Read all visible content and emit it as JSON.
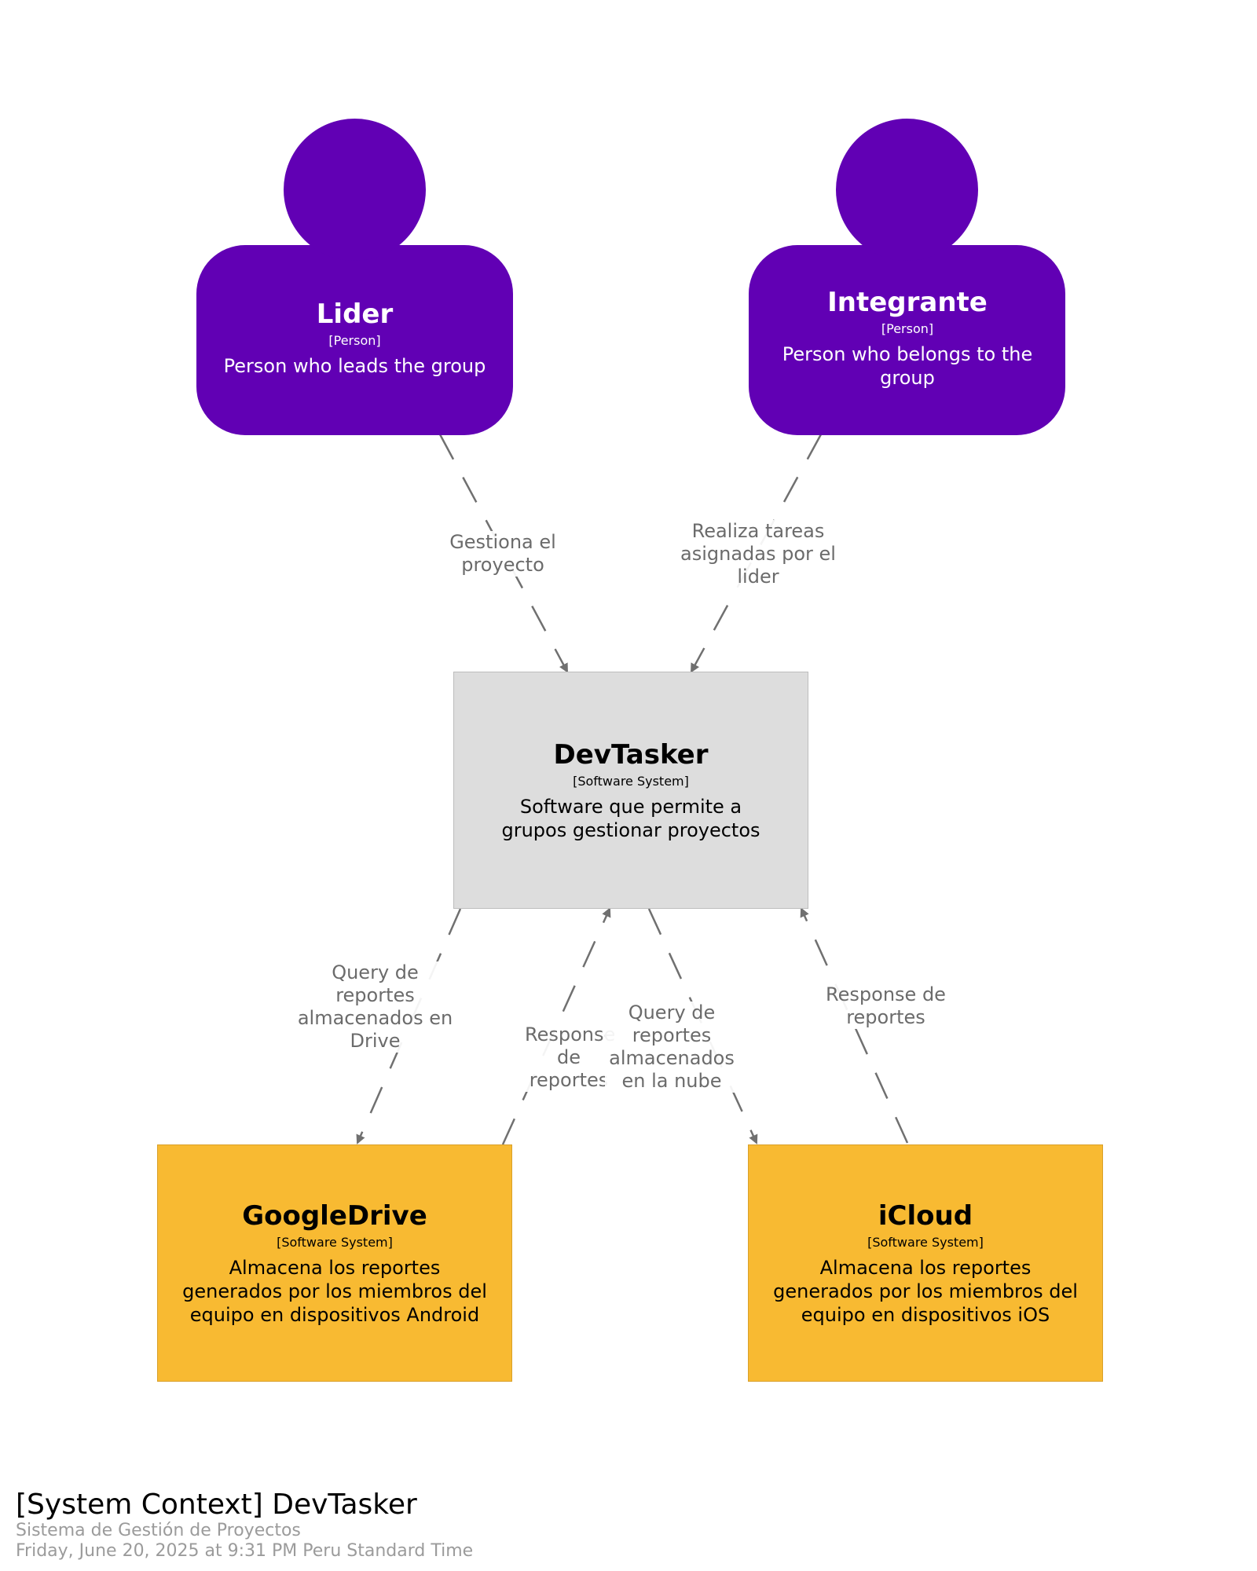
{
  "diagram": {
    "people": {
      "lider": {
        "name": "Lider",
        "type": "[Person]",
        "description": "Person who leads the group"
      },
      "integrante": {
        "name": "Integrante",
        "type": "[Person]",
        "description": "Person who belongs to the group"
      }
    },
    "systems": {
      "devtasker": {
        "name": "DevTasker",
        "type": "[Software System]",
        "description": "Software que permite a grupos gestionar proyectos"
      },
      "googledrive": {
        "name": "GoogleDrive",
        "type": "[Software System]",
        "description": "Almacena los reportes generados por los miembros del equipo en dispositivos Android"
      },
      "icloud": {
        "name": "iCloud",
        "type": "[Software System]",
        "description": "Almacena los reportes generados por los miembros del equipo en dispositivos iOS"
      }
    },
    "relationships": {
      "lider_devtasker": "Gestiona el proyecto",
      "integrante_devtasker": "Realiza tareas asignadas por el lider",
      "devtasker_drive": "Query de reportes almacenados en Drive",
      "drive_devtasker": "Response de reportes",
      "devtasker_icloud": "Query de reportes almacenados en la nube",
      "icloud_devtasker": "Response de reportes"
    },
    "colors": {
      "person": "#6100b4",
      "internal_system": "#dddddd",
      "external_system": "#f8ba32",
      "edge": "#707070"
    }
  },
  "footer": {
    "title": "[System Context] DevTasker",
    "subtitle": "Sistema de Gestión de Proyectos",
    "timestamp": "Friday, June 20, 2025 at 9:31 PM Peru Standard Time"
  }
}
